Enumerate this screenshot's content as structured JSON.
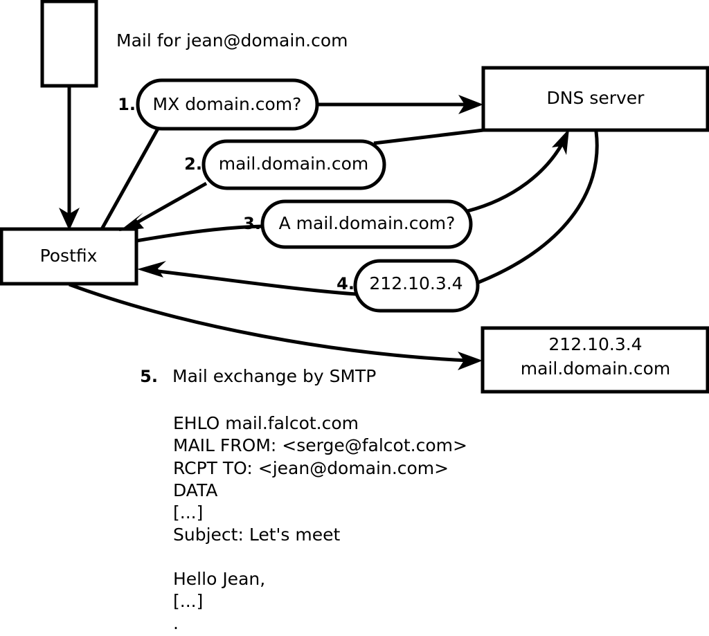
{
  "diagram": {
    "title_note": "Mail for jean@domain.com",
    "nodes": [
      {
        "id": "mail-client",
        "label": ""
      },
      {
        "id": "postfix",
        "label": "Postfix"
      },
      {
        "id": "dns-server",
        "label": "DNS server"
      },
      {
        "id": "mail-server",
        "label_line1": "212.10.3.4",
        "label_line2": "mail.domain.com"
      }
    ],
    "steps": [
      {
        "num": "1.",
        "label": "MX domain.com?"
      },
      {
        "num": "2.",
        "label": "mail.domain.com"
      },
      {
        "num": "3.",
        "label": "A mail.domain.com?"
      },
      {
        "num": "4.",
        "label": "212.10.3.4"
      },
      {
        "num": "5.",
        "label": "Mail exchange by SMTP"
      }
    ],
    "transcript": [
      "EHLO mail.falcot.com",
      "MAIL FROM: <serge@falcot.com>",
      "RCPT TO: <jean@domain.com>",
      "DATA",
      "[...]",
      "Subject: Let's meet",
      "",
      "Hello Jean,",
      "[...]",
      "."
    ]
  },
  "colors": {
    "stroke": "#000000",
    "fill": "#ffffff",
    "background": "#ffffff"
  }
}
